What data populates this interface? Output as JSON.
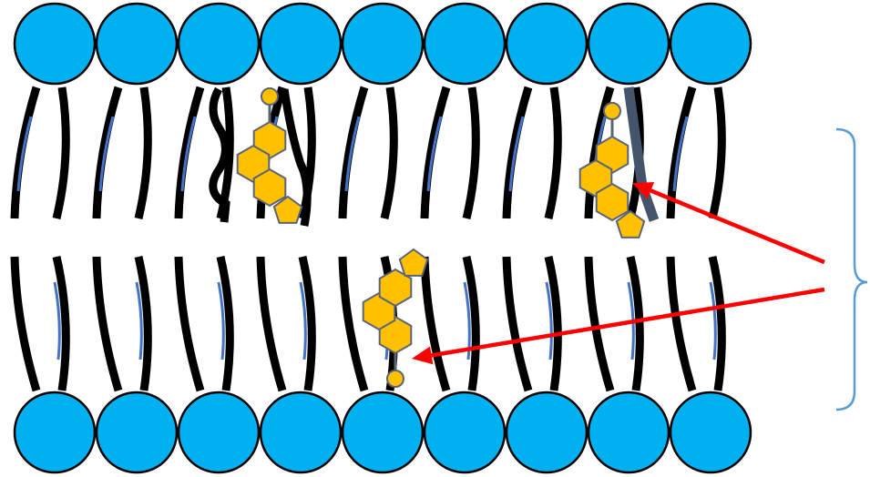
{
  "diagram": {
    "head_count_per_leaflet": 9,
    "colors": {
      "lipid_head": "#00B0F0",
      "lipid_head_outline": "#000000",
      "lipid_tail": "#000000",
      "tail_highlight": "#4472C4",
      "cholesterol_ring": "#FFC000",
      "cholesterol_outline": "#5A6478",
      "stiffened_tail": "#44546A",
      "arrow": "#FF0000",
      "brace": "#5B9BD5"
    },
    "icons": {
      "lipid_head": "circle",
      "cholesterol": "three-hexagons-and-pentagon",
      "brace": "right-curly-brace",
      "arrow": "straight-arrow"
    }
  }
}
